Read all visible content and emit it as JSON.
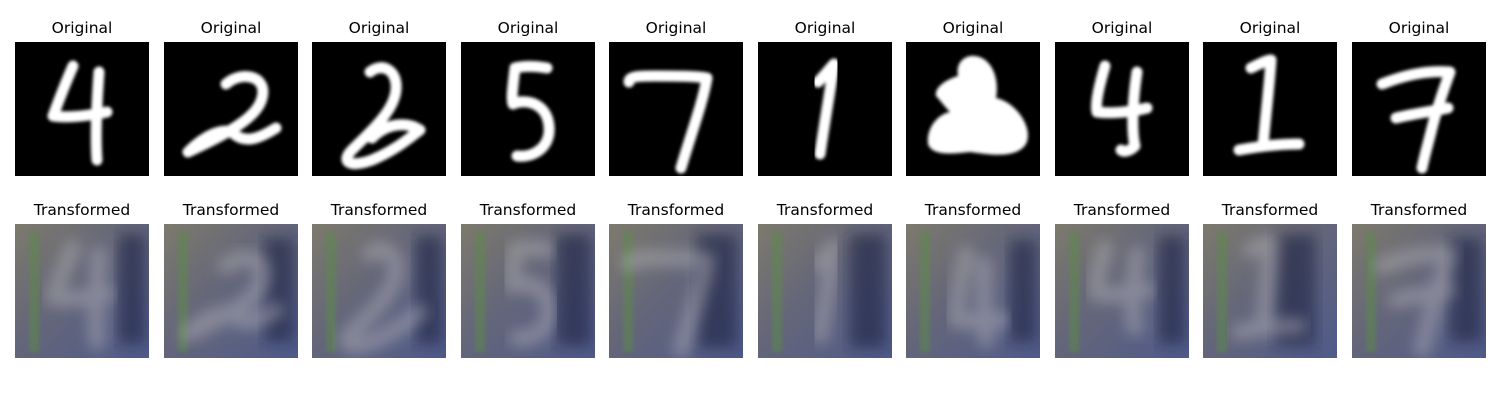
{
  "row_original": {
    "label": "Original",
    "digits": [
      "4",
      "2",
      "2",
      "5",
      "7",
      "1",
      "blob",
      "4",
      "1",
      "7"
    ]
  },
  "row_transformed": {
    "label": "Transformed",
    "digits": [
      "4",
      "2",
      "2",
      "5",
      "7",
      "1",
      "4",
      "4",
      "1",
      "7"
    ]
  },
  "colors": {
    "original_bg": "#000000",
    "original_stroke": "#ffffff",
    "transformed_base": "#6f6f72",
    "transformed_dark": "#141a3c",
    "transformed_green": "#5c8a4a"
  }
}
